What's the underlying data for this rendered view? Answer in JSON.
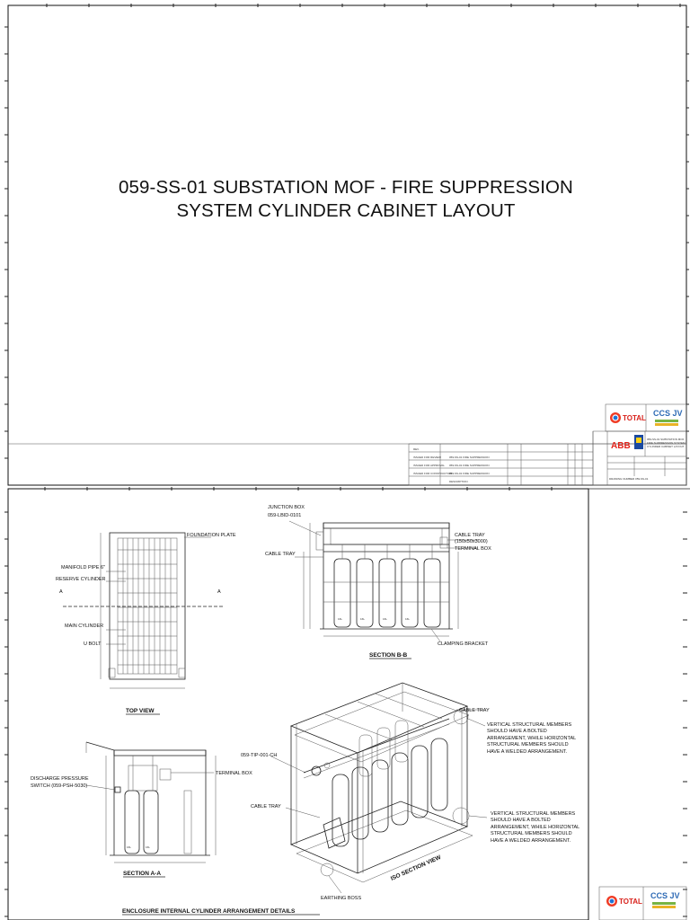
{
  "sheet1": {
    "title_line1": "059-SS-01 SUBSTATION MOF - FIRE SUPPRESSION",
    "title_line2": "SYSTEM CYLINDER CABINET LAYOUT",
    "logo_total": "TOTAL",
    "logo_ccs": "CCS JV",
    "logo_abb": "ABB",
    "title_block_desc": "059-SS-01 SUBSTATION MOF - FIRE SUPPRESSION SYSTEM CYLINDER CABINET LAYOUT"
  },
  "sheet2": {
    "labels": {
      "junction_box": "JUNCTION BOX",
      "junction_box_tag": "059-LBID-0101",
      "foundation_plate": "FOUNDATION PLATE",
      "cable_tray_1": "CABLE TRAY",
      "cable_tray_top": "CABLE TRAY",
      "cable_tray_size": "(150x50x3000)",
      "terminal_box_1": "TERMINAL BOX",
      "manifold_pipe": "MANIFOLD PIPE 6\"",
      "reserve_cylinder": "RESERVE CYLINDER",
      "main_cylinder": "MAIN CYLINDER",
      "u_bolt": "U BOLT",
      "clamping_bracket": "CLAMPING BRACKET",
      "section_bb": "SECTION B-B",
      "top_view": "TOP VIEW",
      "cable_tray_iso": "CABLE TRAY",
      "note_1": [
        "VERTICAL STRUCTURAL MEMBERS",
        "SHOULD HAVE A BOLTED",
        "ARRANGEMENT, WHILE HORIZONTAL",
        "STRUCTURAL MEMBERS SHOULD",
        "HAVE A WELDED ARRANGEMENT."
      ],
      "note_2": [
        "VERTICAL STRUCTURAL MEMBERS",
        "SHOULD HAVE A BOLTED",
        "ARRANGEMENT, WHILE HORIZONTAL",
        "STRUCTURAL MEMBERS SHOULD",
        "HAVE A WELDED ARRANGEMENT."
      ],
      "tip_tag": "059-TIP-001-CH",
      "discharge_pressure": "DISCHARGE PRESSURE",
      "switch_tag": "SWITCH (059-PSH-5030)",
      "terminal_box_2": "TERMINAL BOX",
      "cable_tray_2": "CABLE TRAY",
      "section_aa": "SECTION A-A",
      "iso_section": "ISO SECTION VIEW",
      "earthing_boss": "EARTHING BOSS",
      "bottom_title": "ENCLOSURE INTERNAL CYLINDER ARRANGEMENT DETAILS",
      "sec_a": "A",
      "cyl_label": "16L"
    },
    "logo_total": "TOTAL",
    "logo_ccs": "CCS JV"
  }
}
